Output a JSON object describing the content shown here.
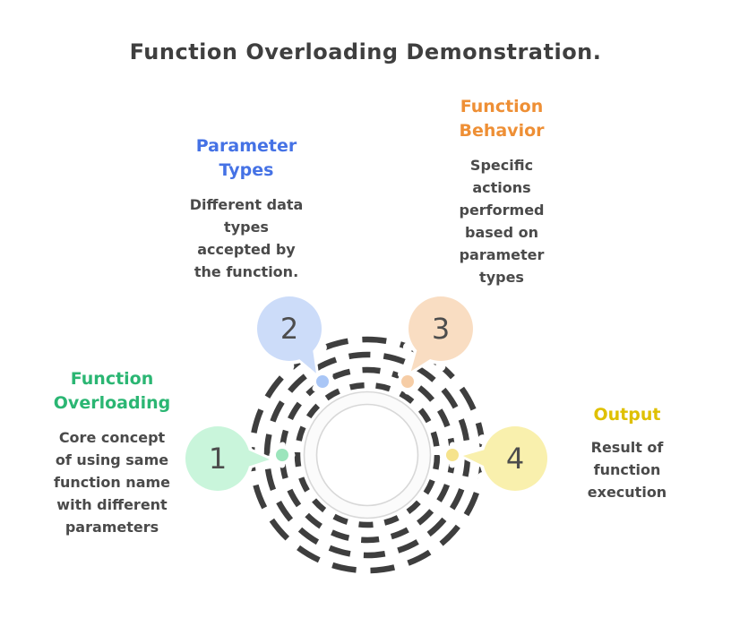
{
  "title": "Function Overloading Demonstration.",
  "blocks": [
    {
      "key": "function-overloading",
      "heading": "Function\nOverloading",
      "heading_color": "#2bb673",
      "body": "Core concept\nof using same\nfunction name\nwith different\nparameters",
      "number": "1",
      "bubble_color": "#c9f5db",
      "dot_color": "#9ce5bc"
    },
    {
      "key": "parameter-types",
      "heading": "Parameter\nTypes",
      "heading_color": "#4572e5",
      "body": "Different data\ntypes\naccepted by\nthe function.",
      "number": "2",
      "bubble_color": "#ccdcf9",
      "dot_color": "#a9c6f6"
    },
    {
      "key": "function-behavior",
      "heading": "Function\nBehavior",
      "heading_color": "#ee8f35",
      "body": "Specific\nactions\nperformed\nbased on\nparameter\ntypes",
      "number": "3",
      "bubble_color": "#f9ddc2",
      "dot_color": "#f6cda6"
    },
    {
      "key": "output",
      "heading": "Output",
      "heading_color": "#dfc000",
      "body": "Result of\nfunction\nexecution",
      "number": "4",
      "bubble_color": "#f9f0ad",
      "dot_color": "#f6e38c"
    }
  ],
  "colors": {
    "background": "#ffffff",
    "title_text": "#3f3f3f",
    "body_text": "#4a4a4a",
    "number_text": "#4d4d4d",
    "dashed_ring": "#3e3e3e",
    "center_ring_fill": "#fbfbfb",
    "center_ring_edge": "#d8d8d8"
  }
}
